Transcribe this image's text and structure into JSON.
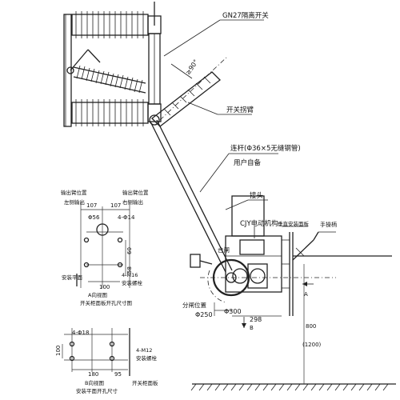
{
  "labels": {
    "switch_name": "GN27隔离开关",
    "switch_arm": "开关拐臂",
    "rod": "连杆(Φ36×5无缝钢管)",
    "user_supplied": "用户自备",
    "joint": "接头",
    "mechanism": "CJY电动机构",
    "vertical_panel": "垂直安装面板",
    "handle": "手操柄",
    "closed_pos": "合闸",
    "open_pos": "分闸位置",
    "dim_300": "Φ300",
    "dim_298": "298",
    "dim_250": "Φ250",
    "view_a": "A",
    "view_b": "B",
    "height_800": "800",
    "height_1200": "(1200)",
    "angle": "≥90°"
  },
  "view_a": {
    "output_arm_pos_left": "输出臂位置",
    "output_arm_left_sub": "左侧输出",
    "output_arm_pos_right": "输出臂位置",
    "output_arm_right_sub": "右侧输出",
    "dim_107_left": "107",
    "dim_107_right": "107",
    "dim_phi56": "Φ56",
    "dim_4phi14": "4-Φ14",
    "dim_60": "60",
    "dim_58": "58",
    "dim_100": "100",
    "install_plane": "安装平面",
    "m16": "4-M16",
    "bolt": "安装螺栓",
    "caption_1": "A向视图",
    "caption_2": "开关柜面板开孔尺寸图"
  },
  "view_b": {
    "dim_4phi18": "4-Φ18",
    "dim_100": "100",
    "m12": "4-M12",
    "bolt": "安装螺栓",
    "dim_180": "180",
    "dim_95": "95",
    "caption_1": "B向视图",
    "caption_2": "安装平面开孔尺寸",
    "cabinet_panel": "开关柜面板"
  }
}
